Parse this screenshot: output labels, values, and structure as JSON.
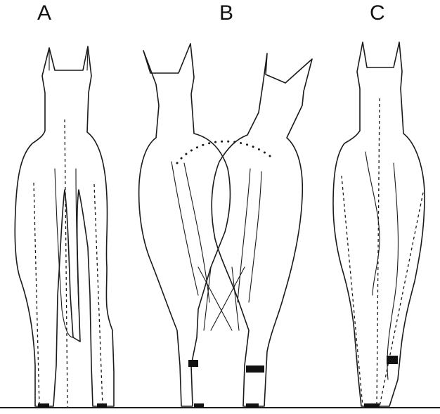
{
  "figure": {
    "panels": [
      {
        "id": "A",
        "label": "A"
      },
      {
        "id": "B",
        "label": "B"
      },
      {
        "id": "C",
        "label": "C"
      }
    ],
    "colors": {
      "line": "#1a1a1a",
      "background": "#ffffff"
    }
  }
}
